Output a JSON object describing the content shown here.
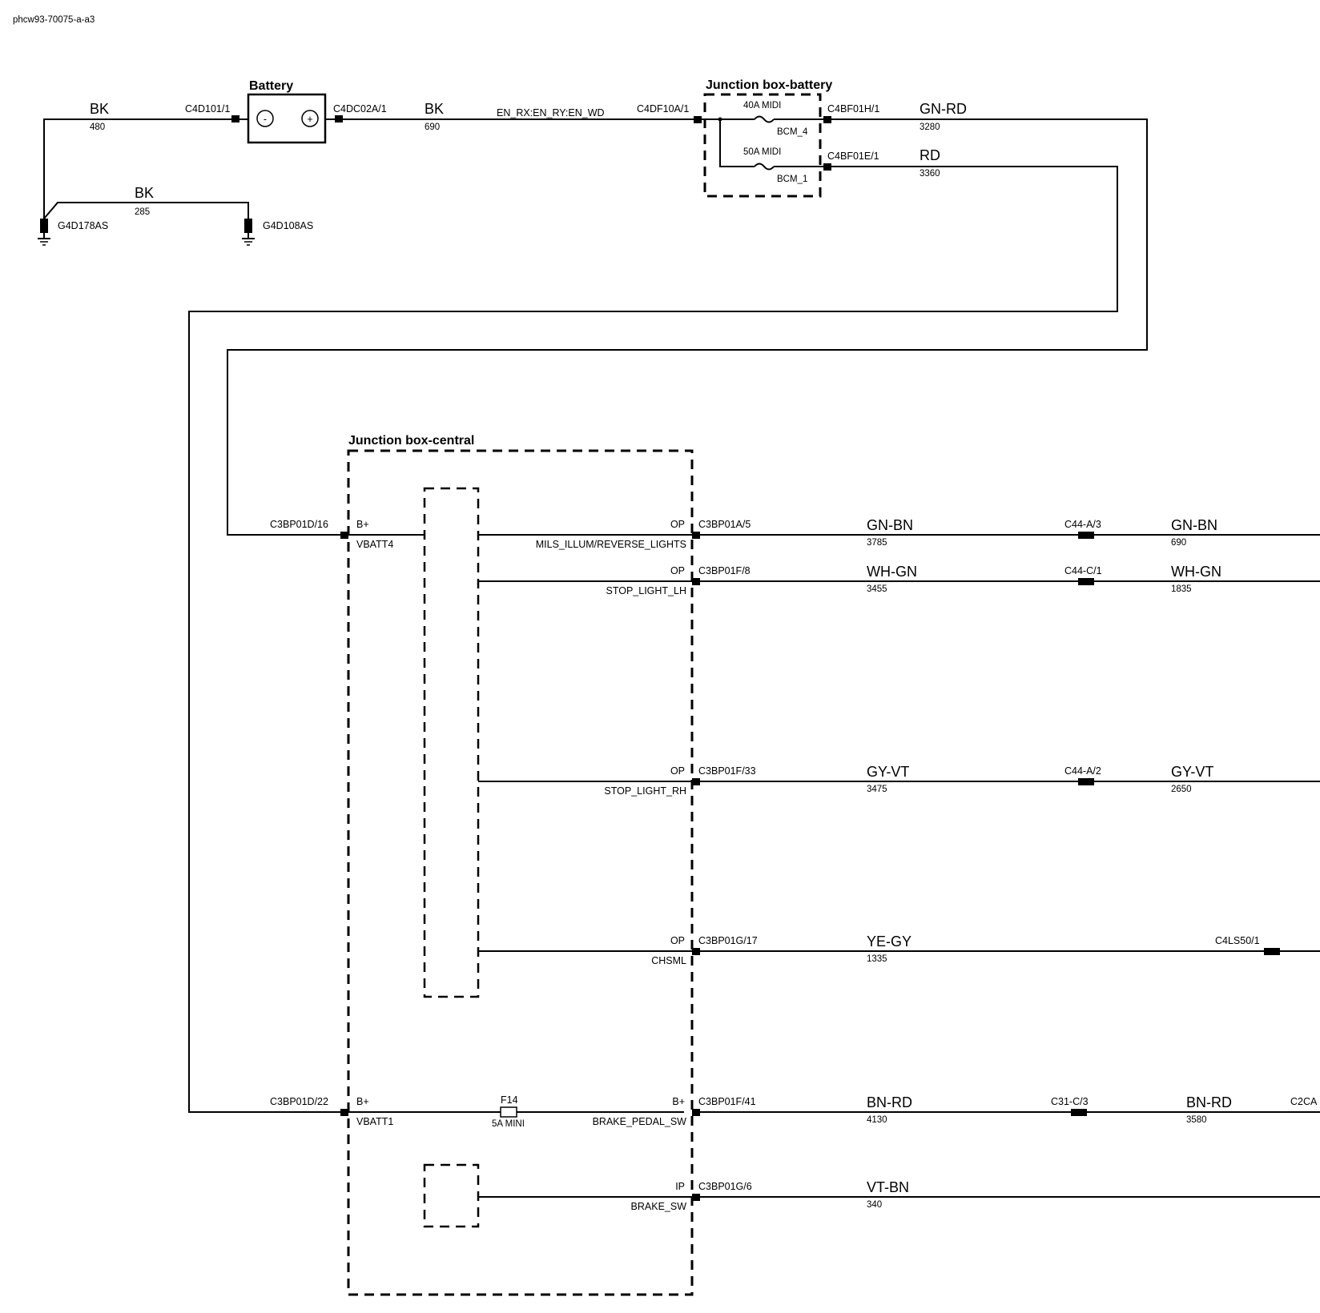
{
  "doc_id": "phcw93-70075-a-a3",
  "battery": {
    "title": "Battery",
    "neg_symbol": "-",
    "pos_symbol": "+",
    "neg_conn": "C4D101/1",
    "pos_conn": "C4DC02A/1"
  },
  "wires_top": {
    "bk_left_color": "BK",
    "bk_left_num": "480",
    "bk_right_color": "BK",
    "bk_right_num": "690",
    "bk_ground_color": "BK",
    "bk_ground_num": "285",
    "en_label": "EN_RX:EN_RY:EN_WD",
    "c4df10a": "C4DF10A/1"
  },
  "grounds": {
    "g1": "G4D178AS",
    "g2": "G4D108AS"
  },
  "jb_battery": {
    "title": "Junction box-battery",
    "fuse1_rating": "40A MIDI",
    "fuse1_id": "BCM_4",
    "fuse2_rating": "50A MIDI",
    "fuse2_id": "BCM_1",
    "out1_conn": "C4BF01H/1",
    "out1_color": "GN-RD",
    "out1_num": "3280",
    "out2_conn": "C4BF01E/1",
    "out2_color": "RD",
    "out2_num": "3360"
  },
  "jb_central": {
    "title": "Junction box-central",
    "in1_conn": "C3BP01D/16",
    "in1_pin": "B+",
    "in1_sig": "VBATT4",
    "in2_conn": "C3BP01D/22",
    "in2_pin": "B+",
    "in2_sig": "VBATT1",
    "fuse_id": "F14",
    "fuse_rating": "5A MINI"
  },
  "outputs": [
    {
      "pin": "OP",
      "signal": "MILS_ILLUM/REVERSE_LIGHTS",
      "conn": "C3BP01A/5",
      "color": "GN-BN",
      "num": "3785",
      "inline_conn": "C44-A/3",
      "color2": "GN-BN",
      "num2": "690"
    },
    {
      "pin": "OP",
      "signal": "STOP_LIGHT_LH",
      "conn": "C3BP01F/8",
      "color": "WH-GN",
      "num": "3455",
      "inline_conn": "C44-C/1",
      "color2": "WH-GN",
      "num2": "1835"
    },
    {
      "pin": "OP",
      "signal": "STOP_LIGHT_RH",
      "conn": "C3BP01F/33",
      "color": "GY-VT",
      "num": "3475",
      "inline_conn": "C44-A/2",
      "color2": "GY-VT",
      "num2": "2650"
    },
    {
      "pin": "OP",
      "signal": "CHSML",
      "conn": "C3BP01G/17",
      "color": "YE-GY",
      "num": "1335",
      "inline_conn": "C4LS50/1"
    },
    {
      "pin": "B+",
      "signal": "BRAKE_PEDAL_SW",
      "conn": "C3BP01F/41",
      "color": "BN-RD",
      "num": "4130",
      "inline_conn": "C31-C/3",
      "color2": "BN-RD",
      "num2": "3580",
      "edge_conn": "C2CA"
    },
    {
      "pin": "IP",
      "signal": "BRAKE_SW",
      "conn": "C3BP01G/6",
      "color": "VT-BN",
      "num": "340"
    }
  ]
}
